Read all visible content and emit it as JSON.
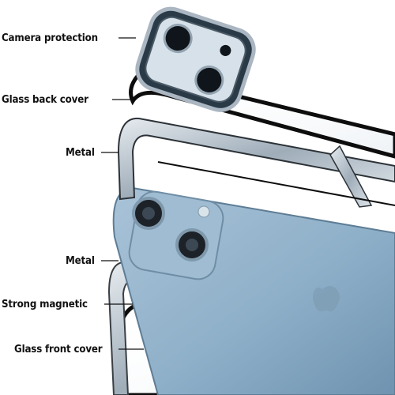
{
  "callouts": {
    "camera_protection": "Camera protection",
    "glass_back_cover": "Glass back cover",
    "metal_top": "Metal",
    "metal_bottom": "Metal",
    "strong_magnetic": "Strong magnetic",
    "glass_front_cover": "Glass front cover"
  },
  "colors": {
    "phone_blue": "#8fb0c9",
    "frame_silver": "#b9c3cc",
    "frame_dark": "#1a1a1a",
    "label_text": "#111111"
  }
}
